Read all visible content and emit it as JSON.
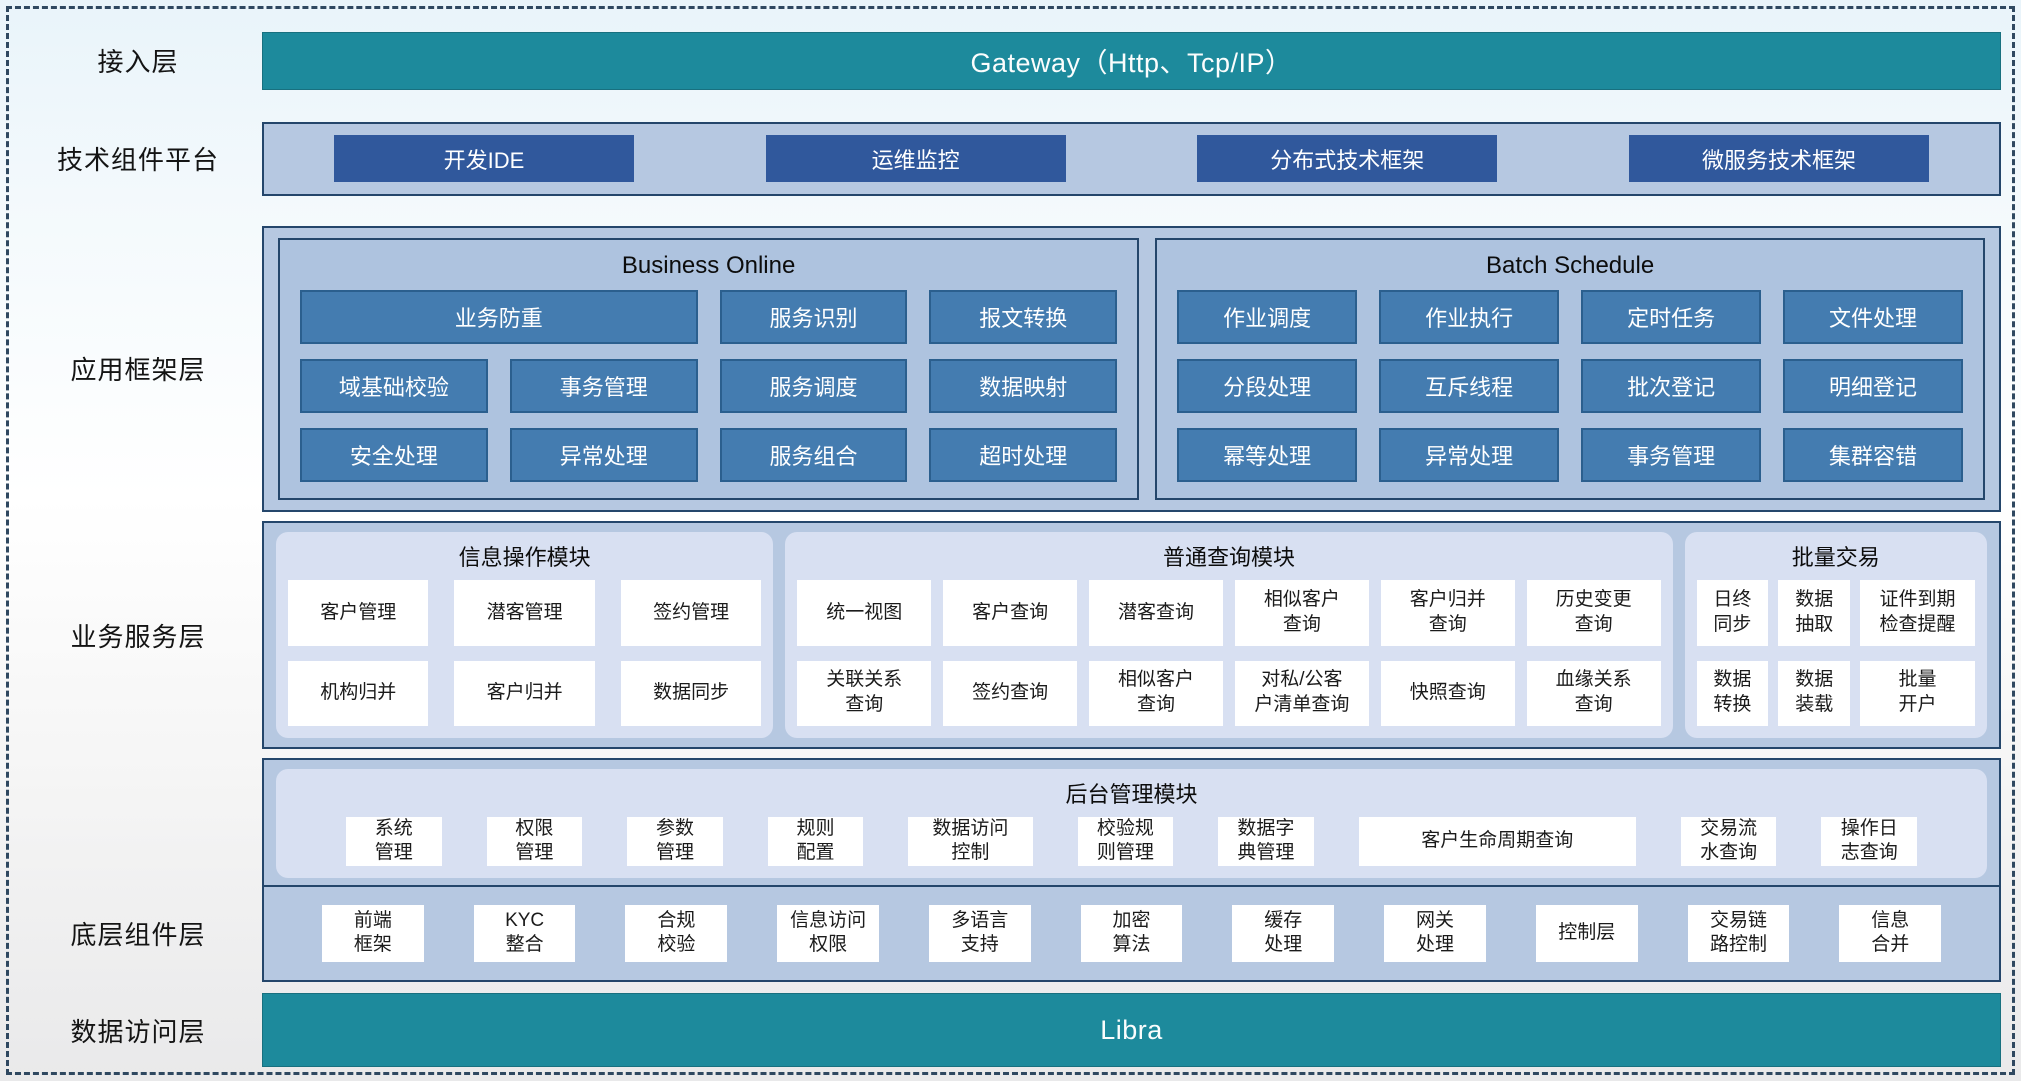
{
  "colors": {
    "teal_bar": "#1d8a9c",
    "navy_border": "#24466b",
    "light_container": "#b6c8e1",
    "dark_blue_button": "#30589c",
    "steel_blue_button": "#447cb0",
    "sub_panel": "#d8e0f2",
    "white_button": "#ffffff"
  },
  "layers": {
    "access": {
      "label": "接入层",
      "bar": "Gateway（Http、Tcp/IP）"
    },
    "tech": {
      "label": "技术组件平台",
      "items": [
        "开发IDE",
        "运维监控",
        "分布式技术框架",
        "微服务技术框架"
      ]
    },
    "framework": {
      "label": "应用框架层",
      "business_online": {
        "title": "Business Online",
        "items": [
          "业务防重",
          "服务识别",
          "报文转换",
          "域基础校验",
          "事务管理",
          "服务调度",
          "数据映射",
          "安全处理",
          "异常处理",
          "服务组合",
          "超时处理"
        ]
      },
      "batch_schedule": {
        "title": "Batch Schedule",
        "items": [
          "作业调度",
          "作业执行",
          "定时任务",
          "文件处理",
          "分段处理",
          "互斥线程",
          "批次登记",
          "明细登记",
          "幂等处理",
          "异常处理",
          "事务管理",
          "集群容错"
        ]
      }
    },
    "service": {
      "label": "业务服务层",
      "info_ops": {
        "title": "信息操作模块",
        "items": [
          "客户管理",
          "潜客管理",
          "签约管理",
          "机构归并",
          "客户归并",
          "数据同步"
        ]
      },
      "query": {
        "title": "普通查询模块",
        "items": [
          "统一视图",
          "客户查询",
          "潜客查询",
          "相似客户\n查询",
          "客户归并\n查询",
          "历史变更\n查询",
          "关联关系\n查询",
          "签约查询",
          "相似客户\n查询",
          "对私/公客\n户清单查询",
          "快照查询",
          "血缘关系\n查询"
        ]
      },
      "batch_tx": {
        "title": "批量交易",
        "items": [
          "日终\n同步",
          "数据\n抽取",
          "证件到期\n检查提醒",
          "数据\n转换",
          "数据\n装载",
          "批量\n开户"
        ]
      },
      "admin": {
        "title": "后台管理模块",
        "items": [
          "系统\n管理",
          "权限\n管理",
          "参数\n管理",
          "规则\n配置",
          "数据访问\n控制",
          "校验规\n则管理",
          "数据字\n典管理",
          "客户生命周期查询",
          "交易流\n水查询",
          "操作日\n志查询"
        ]
      }
    },
    "base": {
      "label": "底层组件层",
      "items": [
        "前端\n框架",
        "KYC\n整合",
        "合规\n校验",
        "信息访问\n权限",
        "多语言\n支持",
        "加密\n算法",
        "缓存\n处理",
        "网关\n处理",
        "控制层",
        "交易链\n路控制",
        "信息\n合并"
      ]
    },
    "data": {
      "label": "数据访问层",
      "bar": "Libra"
    }
  }
}
